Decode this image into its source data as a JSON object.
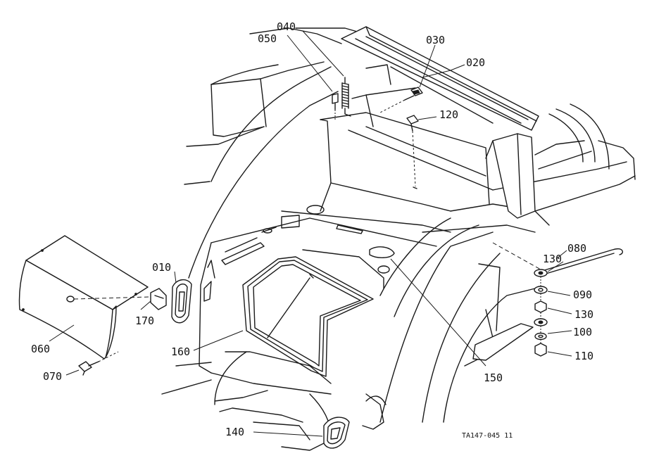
{
  "parts": [
    {
      "id": "p010",
      "number": "010"
    },
    {
      "id": "p020",
      "number": "020"
    },
    {
      "id": "p030",
      "number": "030"
    },
    {
      "id": "p040",
      "number": "040"
    },
    {
      "id": "p050",
      "number": "050"
    },
    {
      "id": "p060",
      "number": "060"
    },
    {
      "id": "p070",
      "number": "070"
    },
    {
      "id": "p080",
      "number": "080"
    },
    {
      "id": "p090",
      "number": "090"
    },
    {
      "id": "p100",
      "number": "100"
    },
    {
      "id": "p110",
      "number": "110"
    },
    {
      "id": "p120",
      "number": "120"
    },
    {
      "id": "p130a",
      "number": "130"
    },
    {
      "id": "p130b",
      "number": "130"
    },
    {
      "id": "p140",
      "number": "140"
    },
    {
      "id": "p150",
      "number": "150"
    },
    {
      "id": "p160",
      "number": "160"
    },
    {
      "id": "p170",
      "number": "170"
    }
  ],
  "drawing_code": "TA147-045 11"
}
